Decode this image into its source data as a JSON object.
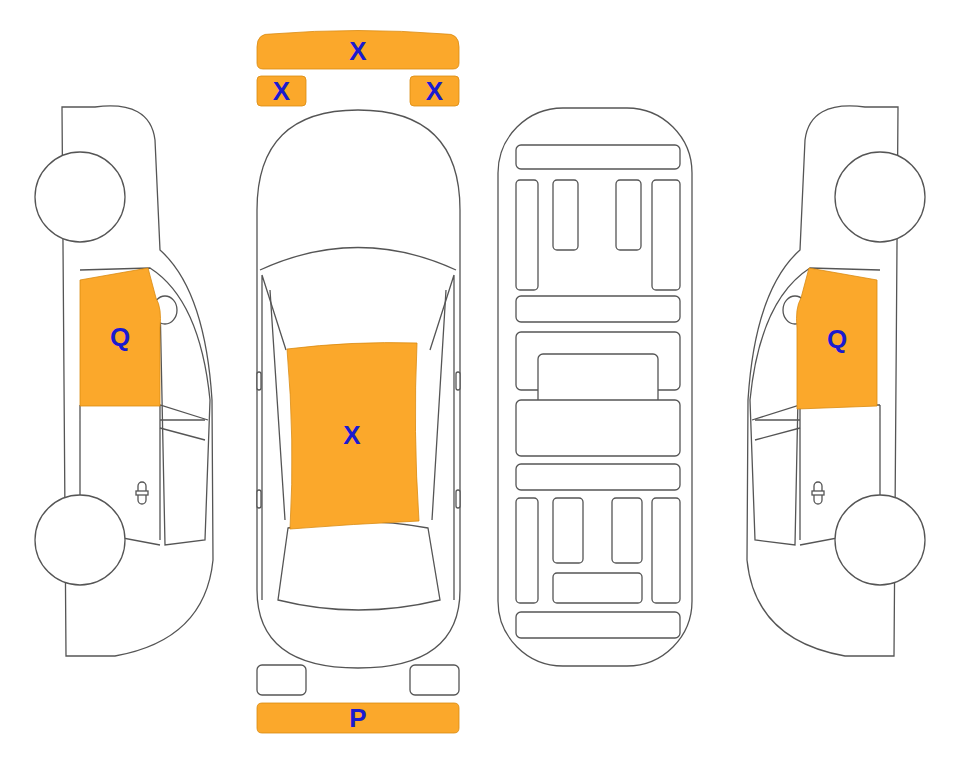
{
  "diagram": {
    "nodes": [
      {
        "text": [
          "X"
        ]
      },
      {
        "text": [
          "X"
        ]
      },
      {
        "text": [
          "X"
        ]
      },
      {
        "text": [
          "Q"
        ]
      },
      {
        "text": [
          "X"
        ]
      },
      {
        "text": [
          "Q"
        ]
      },
      {
        "text": [
          "P"
        ]
      }
    ]
  }
}
